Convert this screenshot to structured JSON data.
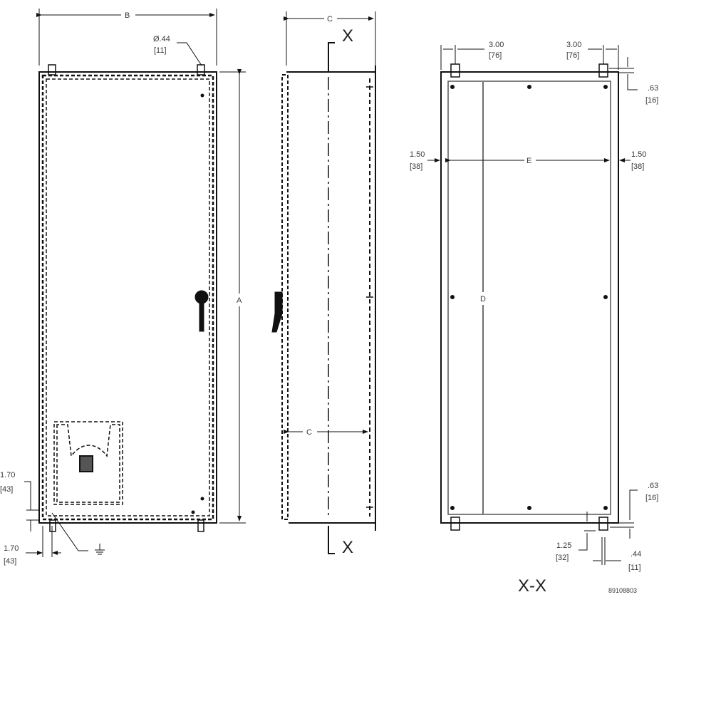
{
  "drawing_id": "89108803",
  "front_view": {
    "width_label": "B",
    "height_label": "A",
    "hole_dia": "Ø.44",
    "hole_dia_mm": "[11]",
    "ground_symbol": "ground-icon",
    "side_offset_top": "1.70",
    "side_offset_top_mm": "[43]",
    "side_offset_bottom": "1.70",
    "side_offset_bottom_mm": "[43]"
  },
  "side_view": {
    "depth_label_top": "C",
    "depth_label_inner": "C",
    "section_top": "X",
    "section_bottom": "X"
  },
  "section_view": {
    "title": "X-X",
    "left_tab": "3.00",
    "left_tab_mm": "[76]",
    "right_tab": "3.00",
    "right_tab_mm": "[76]",
    "top_offset": ".63",
    "top_offset_mm": "[16]",
    "left_margin": "1.50",
    "left_margin_mm": "[38]",
    "right_margin": "1.50",
    "right_margin_mm": "[38]",
    "width_label": "E",
    "height_label": "D",
    "bottom_offset": ".63",
    "bottom_offset_mm": "[16]",
    "bottom_gap": "1.25",
    "bottom_gap_mm": "[32]",
    "slot_width": ".44",
    "slot_width_mm": "[11]"
  }
}
